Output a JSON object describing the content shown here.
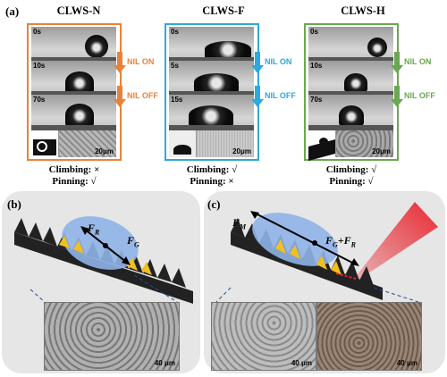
{
  "panel_labels": {
    "a": "(a)",
    "b": "(b)",
    "c": "(c)"
  },
  "columns": [
    {
      "title": "CLWS-N",
      "color": "#e8823a",
      "times": [
        "0s",
        "10s",
        "70s"
      ],
      "nil_on": "NIL ON",
      "nil_off": "NIL OFF",
      "scale": "20μm",
      "climbing": "Climbing: ×",
      "pinning": "Pinning: √"
    },
    {
      "title": "CLWS-F",
      "color": "#2fa8dc",
      "times": [
        "0s",
        "5s",
        "15s"
      ],
      "nil_on": "NIL ON",
      "nil_off": "NIL OFF",
      "scale": "20μm",
      "climbing": "Climbing: √",
      "pinning": "Pinning: ×"
    },
    {
      "title": "CLWS-H",
      "color": "#6aa84f",
      "times": [
        "0s",
        "10s",
        "70s"
      ],
      "nil_on": "NIL ON",
      "nil_off": "NIL OFF",
      "scale": "20μm",
      "climbing": "Climbing: √",
      "pinning": "Pinning: √"
    }
  ],
  "panel_b": {
    "force_r": "F",
    "force_r_sub": "R",
    "force_g": "F",
    "force_g_sub": "G",
    "scale": "40 μm"
  },
  "panel_c": {
    "force_m": "F",
    "force_m_sub": "M",
    "force_gr": "F",
    "force_gr_sub": "G",
    "plus": "+",
    "force_r2": "F",
    "force_r2_sub": "R",
    "scale_left": "40 μm",
    "scale_right": "40 μm"
  },
  "colors": {
    "drop_blue": "#8fb3e8",
    "tooth_yellow": "#f0c020",
    "substrate": "#222222",
    "laser_red": "#e8202a",
    "panel_bg": "#e6e6e6"
  }
}
